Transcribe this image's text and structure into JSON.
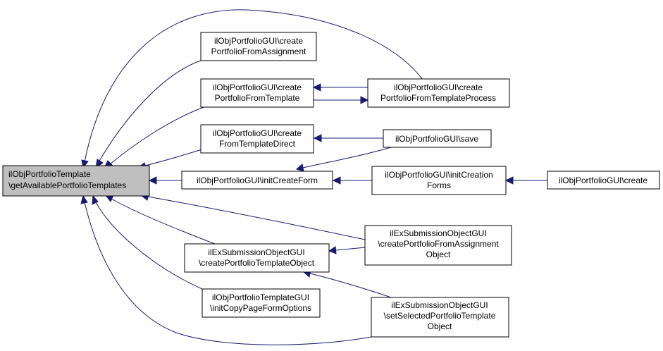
{
  "nodes": {
    "root": [
      "ilObjPortfolioTemplate",
      "\\getAvailablePortfolioTemplates"
    ],
    "cpfa": [
      "ilObjPortfolioGUI\\create",
      "PortfolioFromAssignment"
    ],
    "cpft": [
      "ilObjPortfolioGUI\\create",
      "PortfolioFromTemplate"
    ],
    "cpftp": [
      "ilObjPortfolioGUI\\create",
      "PortfolioFromTemplateProcess"
    ],
    "cftd": [
      "ilObjPortfolioGUI\\create",
      "FromTemplateDirect"
    ],
    "save": [
      "ilObjPortfolioGUI\\save"
    ],
    "icf": [
      "ilObjPortfolioGUI\\initCreateForm"
    ],
    "icforms": [
      "ilObjPortfolioGUI\\initCreation",
      "Forms"
    ],
    "create": [
      "ilObjPortfolioGUI\\create"
    ],
    "escpto": [
      "ilExSubmissionObjectGUI",
      "\\createPortfolioTemplateObject"
    ],
    "escpfao": [
      "ilExSubmissionObjectGUI",
      "\\createPortfolioFromAssignment",
      "Object"
    ],
    "ptgui": [
      "ilObjPortfolioTemplateGUI",
      "\\initCopyPageFormOptions"
    ],
    "esspto": [
      "ilExSubmissionObjectGUI",
      "\\setSelectedPortfolioTemplate",
      "Object"
    ]
  },
  "colors": {
    "edge": "#191970",
    "root_fill": "#bfbfbf",
    "node_fill": "#ffffff",
    "node_border": "#000000"
  }
}
